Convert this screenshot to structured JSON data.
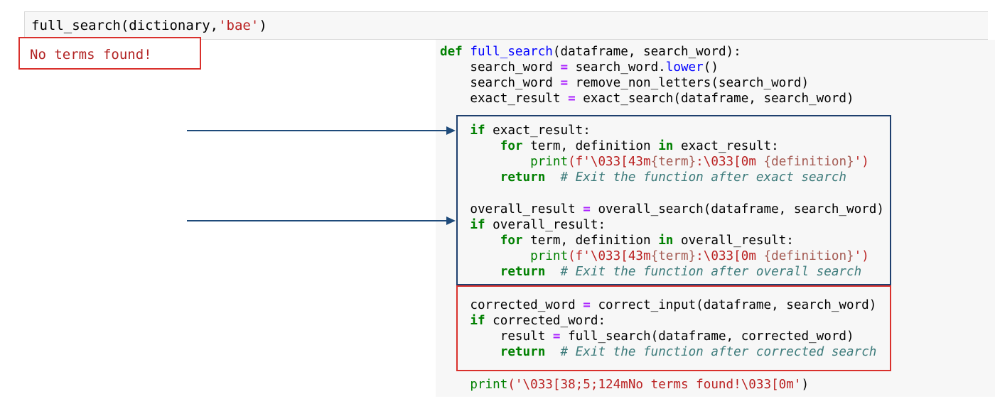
{
  "input_cell": {
    "code_prefix": "full_search(dictionary,",
    "code_string": "'bae'",
    "code_suffix": ")"
  },
  "output": {
    "text": "No terms found!",
    "color": "#b22222"
  },
  "source": {
    "def_kw": "def",
    "func_name": "full_search",
    "def_rest": "(dataframe, search_word):",
    "l2_a": "search_word ",
    "l2_op": "=",
    "l2_b": " search_word.",
    "l2_m": "lower",
    "l2_c": "()",
    "l3_a": "search_word ",
    "l3_op": "=",
    "l3_b": " remove_non_letters(search_word)",
    "l4_a": "exact_result ",
    "l4_op": "=",
    "l4_b": " exact_search(dataframe, search_word)",
    "if_kw": "if",
    "for_kw": "for",
    "in_kw": "in",
    "return_kw": "return",
    "print_fn": "print",
    "l5_rest": " exact_result:",
    "l6_a": " term, definition ",
    "l6_b": " exact_result:",
    "fstr_a": "(f'\\033[43m",
    "fstr_sub1": "{term}",
    "fstr_b": ":\\033[0m ",
    "fstr_sub2": "{definition}",
    "fstr_c": "')",
    "l8_comment": "# Exit the function after exact search",
    "l9_a": "overall_result ",
    "l9_op": "=",
    "l9_b": " overall_search(dataframe, search_word)",
    "l10_rest": " overall_result:",
    "l11_b": " overall_result:",
    "l13_comment": "# Exit the function after overall search",
    "l14_a": "corrected_word ",
    "l14_op": "=",
    "l14_b": " correct_input(dataframe, search_word)",
    "l15_rest": " corrected_word:",
    "l16_a": "result ",
    "l16_op": "=",
    "l16_b": " full_search(dataframe, corrected_word)",
    "l17_comment": "# Exit the function after corrected search",
    "l18_str": "('\\033[38;5;124mNo terms found!\\033[0m'",
    "l18_close": ")"
  },
  "colors": {
    "blue_box": "#1e3f6e",
    "red_box": "#d9302c",
    "arrow": "#1e4a7a"
  }
}
